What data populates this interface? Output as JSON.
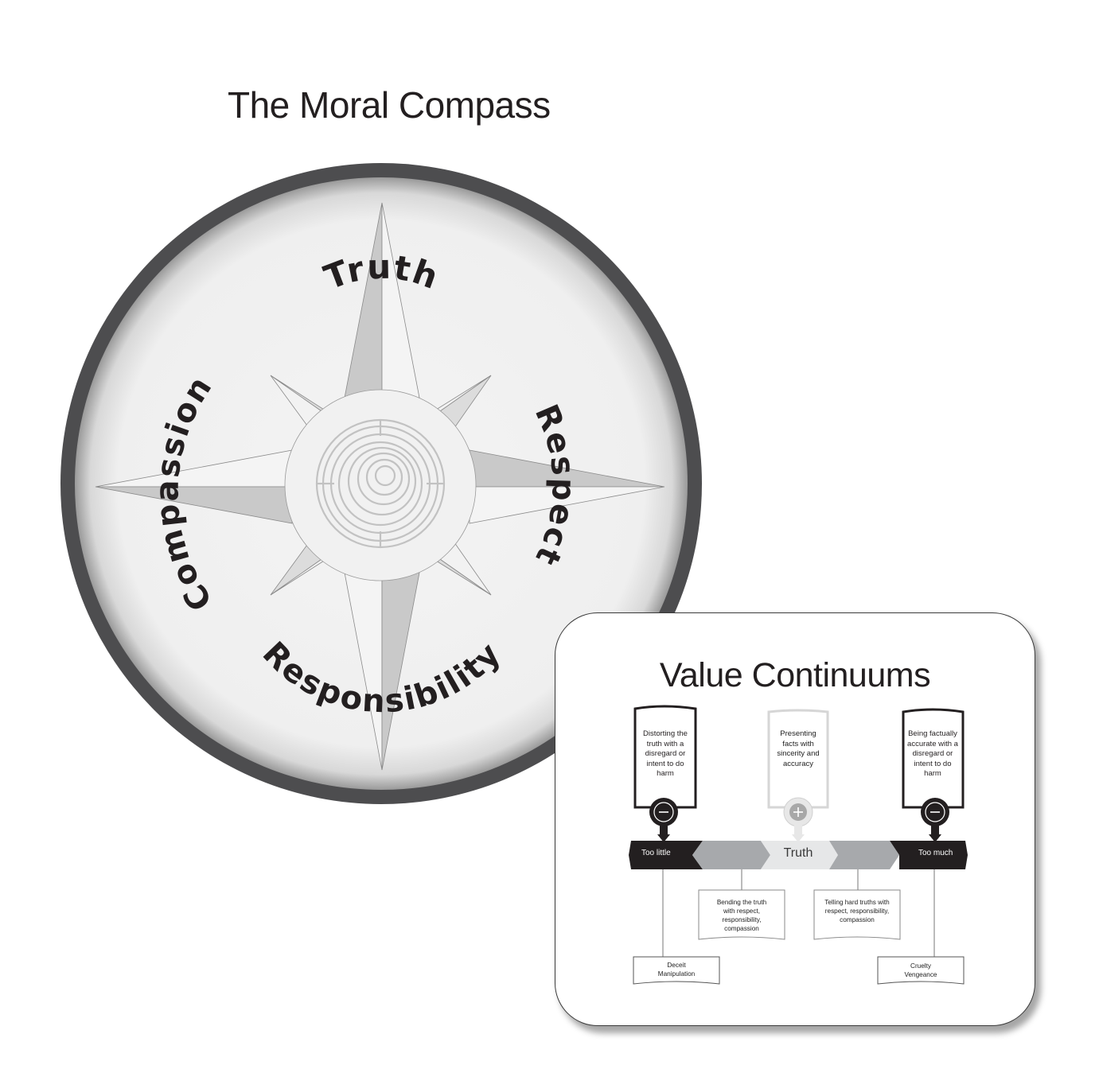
{
  "title": "The Moral Compass",
  "compass": {
    "values": {
      "north": "Truth",
      "east": "Respect",
      "south": "Responsibility",
      "west": "Compassion"
    }
  },
  "continuum": {
    "title": "Value Continuums",
    "upper_boxes": {
      "left": "Distorting the truth with a disregard or intent to do harm",
      "center": "Presenting facts with sincerity and accuracy",
      "right": "Being factually accurate with a disregard or intent to do harm"
    },
    "bar": {
      "left": "Too little",
      "center": "Truth",
      "right": "Too much"
    },
    "lower_boxes": {
      "inner_left": "Bending the truth with respect, responsibility, compassion",
      "inner_right": "Telling hard truths with respect, responsibility, compassion",
      "outer_left": "Deceit Manipulation",
      "outer_right": "Cruelty Vengeance"
    },
    "markers": {
      "left": "−",
      "center": "+",
      "right": "−"
    }
  }
}
